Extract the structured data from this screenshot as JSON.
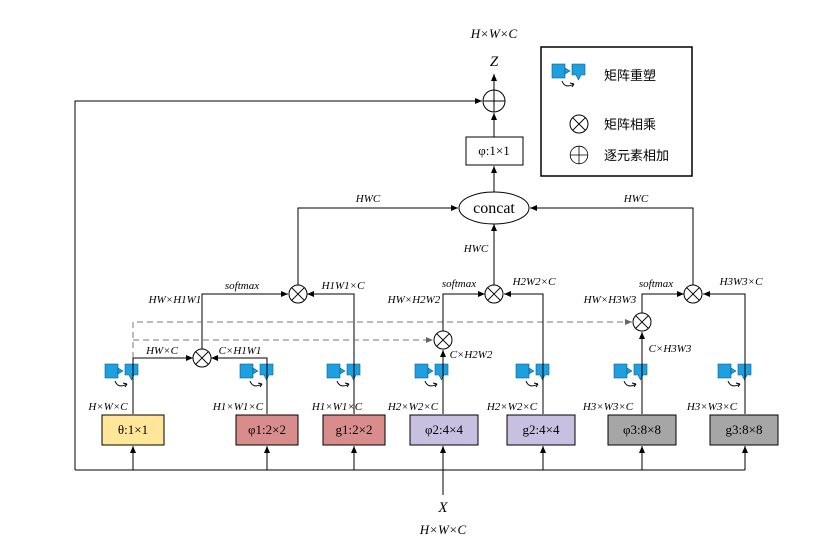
{
  "input": {
    "symbol": "X",
    "dims": "H×W×C"
  },
  "output": {
    "symbol": "Z",
    "dims": "H×W×C"
  },
  "phi_box": {
    "label": "φ:1×1"
  },
  "concat": {
    "label": "concat"
  },
  "concat_labels": {
    "left": "HWC",
    "middle": "HWC",
    "right": "HWC"
  },
  "legend": {
    "reshape": "矩阵重塑",
    "matmul": "矩阵相乘",
    "add": "逐元素相加"
  },
  "boxes": [
    {
      "label": "θ:1×1",
      "dims": "H×W×C",
      "color": "#FFE699"
    },
    {
      "label": "φ1:2×2",
      "dims": "H1×W1×C",
      "color": "#D98C8C"
    },
    {
      "label": "g1:2×2",
      "dims": "H1×W1×C",
      "color": "#D98C8C"
    },
    {
      "label": "φ2:4×4",
      "dims": "H2×W2×C",
      "color": "#C8C0E0"
    },
    {
      "label": "g2:4×4",
      "dims": "H2×W2×C",
      "color": "#C8C0E0"
    },
    {
      "label": "φ3:8×8",
      "dims": "H3×W3×C",
      "color": "#A6A6A6"
    },
    {
      "label": "g3:8×8",
      "dims": "H3×W3×C",
      "color": "#A6A6A6"
    }
  ],
  "branch1": {
    "hw_c": "HW×C",
    "c_hw": "C×H1W1",
    "hw_hw": "HW×H1W1",
    "softmax": "softmax",
    "hw_c_out": "H1W1×C"
  },
  "branch2": {
    "c_hw": "C×H2W2",
    "hw_hw": "HW×H2W2",
    "softmax": "softmax",
    "hw_c_out": "H2W2×C"
  },
  "branch3": {
    "c_hw": "C×H3W3",
    "hw_hw": "HW×H3W3",
    "softmax": "softmax",
    "hw_c_out": "H3W3×C"
  },
  "colors": {
    "reshape_icon": "#1E9FE0",
    "line": "#000000",
    "dashed": "#777777"
  }
}
